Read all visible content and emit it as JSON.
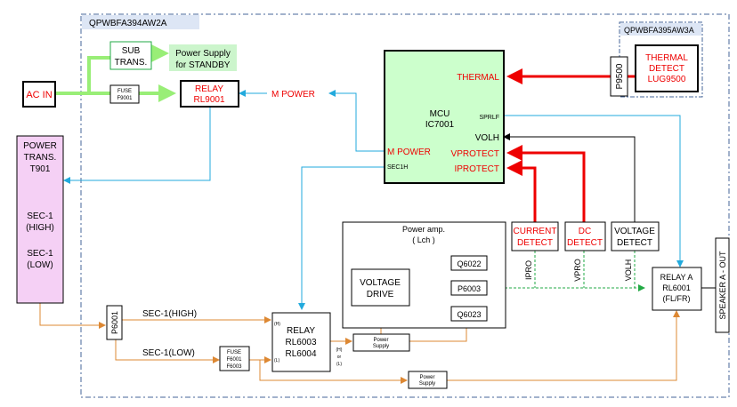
{
  "boards": {
    "main": "QPWBFA394AW2A",
    "thermal": "QPWBFA395AW3A"
  },
  "blocks": {
    "ac_in": "AC IN",
    "sub_trans": [
      "SUB",
      "TRANS."
    ],
    "standby": [
      "Power Supply",
      "for STANDBY"
    ],
    "fuse_f9001": [
      "FUSE",
      "F9001"
    ],
    "relay_rl9001": [
      "RELAY",
      "RL9001"
    ],
    "m_power_label": "M POWER",
    "power_trans": [
      "POWER",
      "TRANS.",
      "T901",
      "",
      "SEC-1",
      "(HIGH)",
      "",
      "SEC-1",
      "(LOW)"
    ],
    "mcu": [
      "MCU",
      "IC7001"
    ],
    "mcu_pins": {
      "thermal": "THERMAL",
      "sprlf": "SPRLF",
      "volh": "VOLH",
      "m_power": "M POWER",
      "sec1h": "SEC1H",
      "vprotect": "VPROTECT",
      "iprotect": "IPROTECT"
    },
    "p9500": "P9500",
    "thermal_detect": [
      "THERMAL",
      "DETECT",
      "LUG9500"
    ],
    "current_detect": [
      "CURRENT",
      "DETECT"
    ],
    "dc_detect": [
      "DC",
      "DETECT"
    ],
    "voltage_detect": [
      "VOLTAGE",
      "DETECT"
    ],
    "power_amp": [
      "Power amp.",
      "( Lch )"
    ],
    "voltage_drive": [
      "VOLTAGE",
      "DRIVE"
    ],
    "q6022": "Q6022",
    "q6023": "Q6023",
    "p6003": "P6003",
    "ipro": "IPRO",
    "vpro": "VPRO",
    "volh_signal": "VOLH",
    "relay_a": [
      "RELAY A",
      "RL6001",
      "(FL/FR)"
    ],
    "speaker": "SPEAKER A - OUT",
    "p6001": "P6001",
    "sec1_high": "SEC-1(HIGH)",
    "sec1_low": "SEC-1(LOW)",
    "fuse_f6001": [
      "FUSE",
      "F6001",
      "F6003"
    ],
    "relay_rl6003": [
      "RELAY",
      "RL6003",
      "RL6004"
    ],
    "relay_h": "(H)",
    "relay_l": "(L)",
    "relay_hol": [
      "(H)",
      "or",
      "(L)"
    ],
    "power_supply": [
      "Power",
      "Supply"
    ]
  },
  "colors": {
    "ac_path": "#99ee77",
    "red_signal": "#ee0000",
    "blue_signal": "#22aadd",
    "orange_power": "#dd8833",
    "green_amp": "#22aa44",
    "board_border": "#446699",
    "trans_fill": "#f5d0f5",
    "mcu_fill": "#ccffcc",
    "standby_fill": "#ccf5cc",
    "board_label_fill": "#dde6f5"
  }
}
